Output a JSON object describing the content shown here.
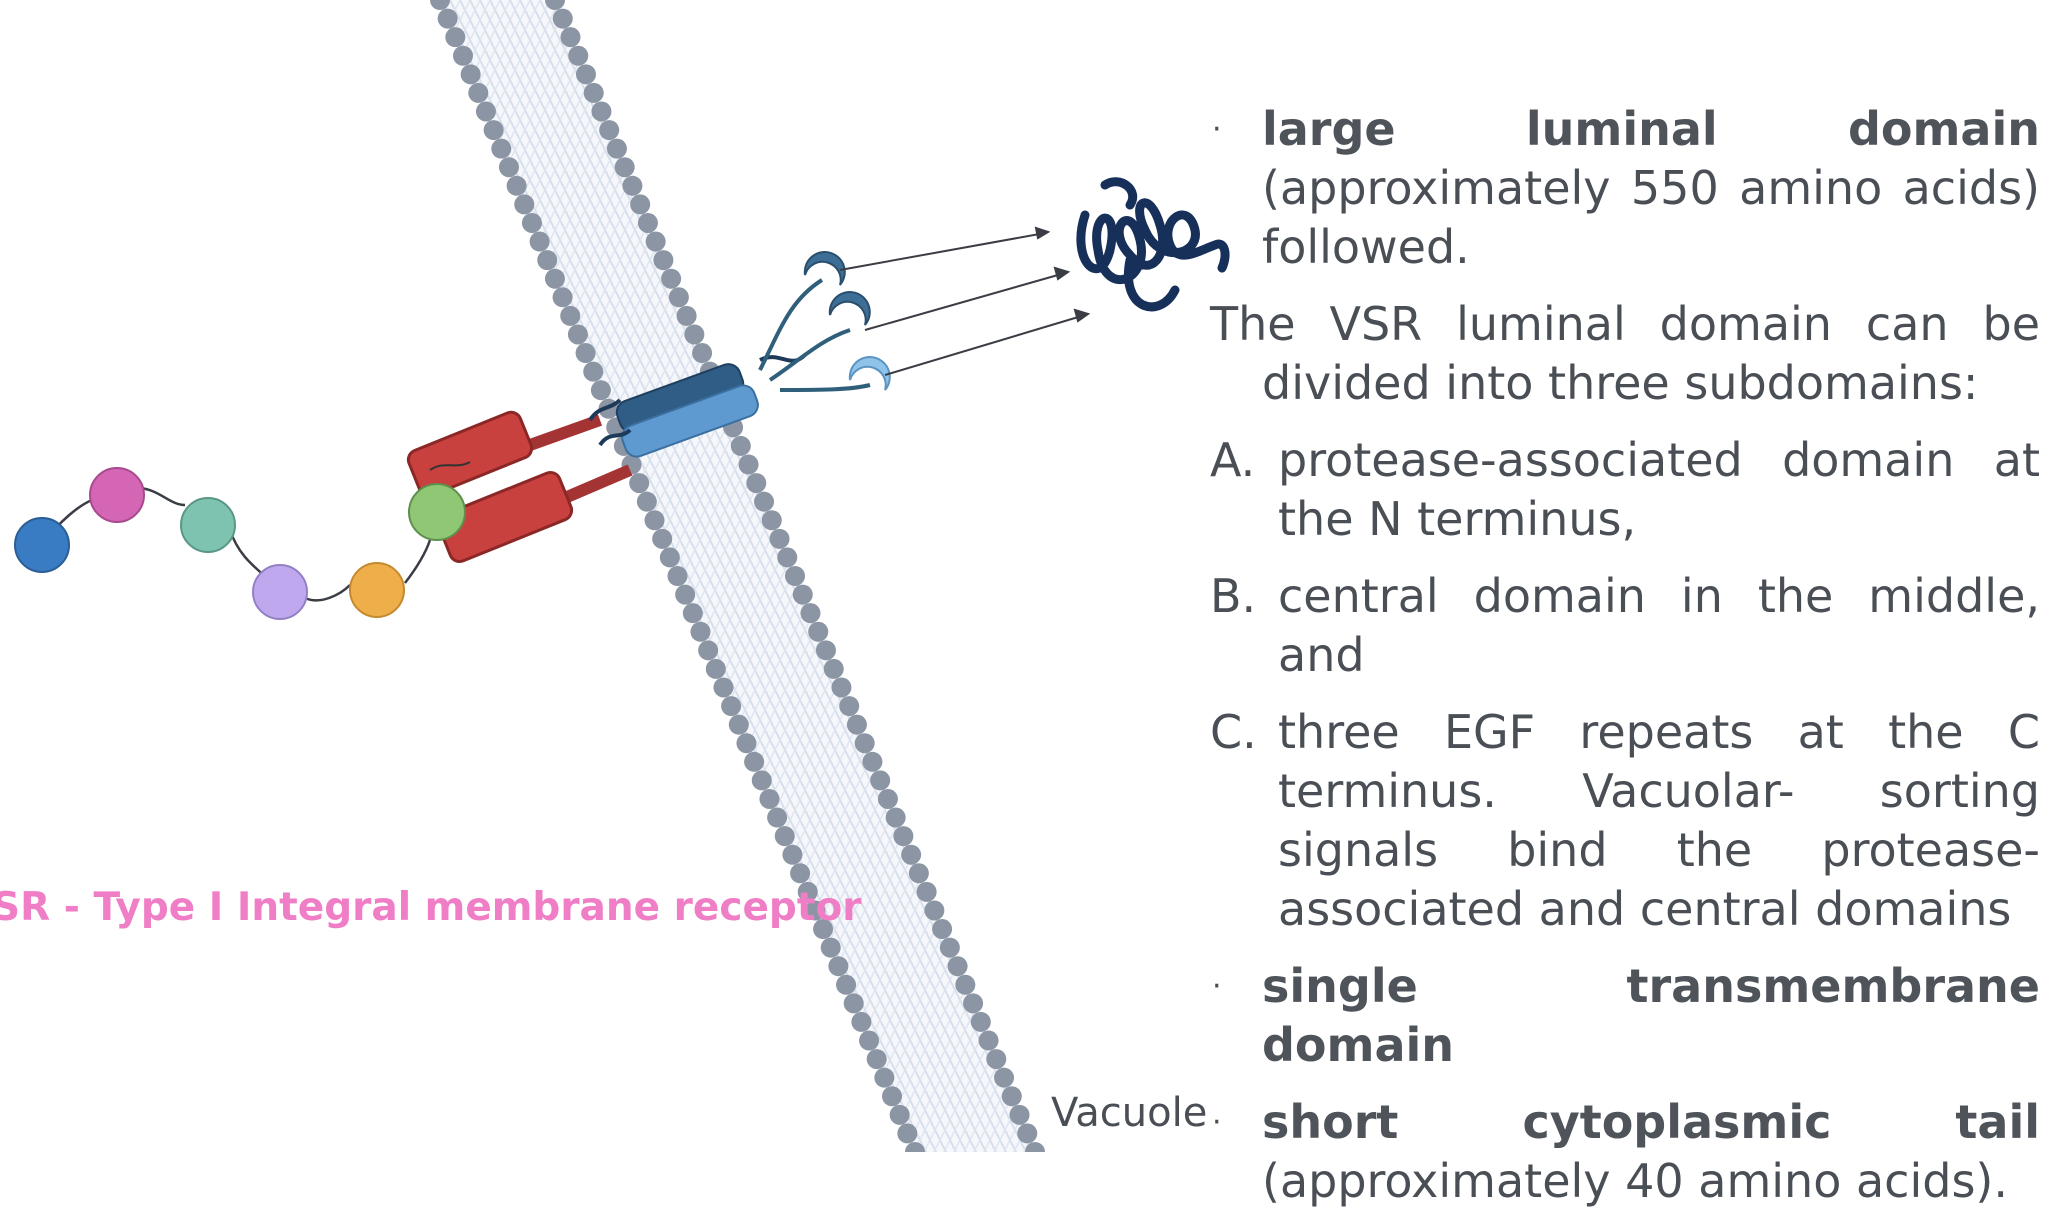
{
  "caption": "SR - Type I Integral membrane receptor",
  "vacuole_label": "Vacuole",
  "bullet_symbol": "·",
  "bullet1": {
    "bold": "large luminal domain",
    "text": "(approximately 550 amino acids) followed."
  },
  "intro": "The VSR luminal domain can be divided into three subdomains:",
  "items": [
    {
      "letter": "A.",
      "text": "protease-associated domain at the N terminus,"
    },
    {
      "letter": "B.",
      "text": "central domain in the middle, and"
    },
    {
      "letter": "C.",
      "text": "three EGF repeats at the C terminus. Vacuolar- sorting signals bind the protease-associated and central domains"
    }
  ],
  "bullet2": {
    "bold": "single transmembrane domain"
  },
  "bullet3": {
    "bold": "short cytoplasmic tail",
    "text": "(approximately 40 amino acids)."
  },
  "colors": {
    "caption": "#f07ec6",
    "membrane_head": "#8c95a3",
    "receptor_red": "#c8413f",
    "receptor_blue": "#3d6e96",
    "egf_light": "#8fc3ea"
  }
}
